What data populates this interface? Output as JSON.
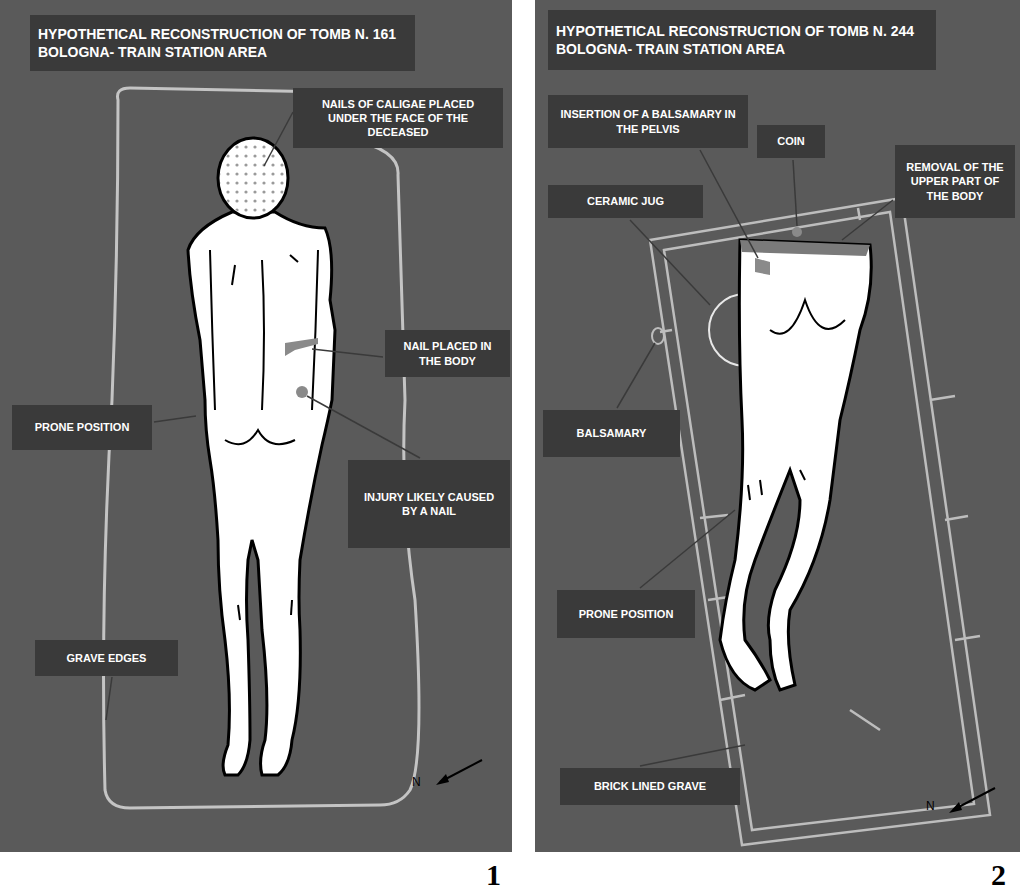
{
  "diagram": {
    "nodes": [
      {
        "text": [
          "HYPOTHETICAL RECONSTRUCTION OF TOMB N. 161 BOLOGNA- TRAIN STATION AREA"
        ]
      },
      {
        "text": [
          "NAILS OF CALIGAE PLACED UNDER THE FACE OF THE DECEASED"
        ]
      },
      {
        "text": [
          "NAIL PLACED IN THE BODY"
        ]
      },
      {
        "text": [
          "PRONE POSITION"
        ]
      },
      {
        "text": [
          "INJURY LIKELY CAUSED BY A NAIL"
        ]
      },
      {
        "text": [
          "GRAVE EDGES"
        ]
      },
      {
        "text": [
          "HYPOTHETICAL RECONSTRUCTION OF TOMB N. 244 BOLOGNA- TRAIN STATION AREA"
        ]
      },
      {
        "text": [
          "INSERTION OF A BALSAMARY IN THE PELVIS"
        ]
      },
      {
        "text": [
          "COIN"
        ]
      },
      {
        "text": [
          "REMOVAL OF THE UPPER PART OF THE BODY"
        ]
      },
      {
        "text": [
          "CERAMIC JUG"
        ]
      },
      {
        "text": [
          "BALSAMARY"
        ]
      },
      {
        "text": [
          "PRONE POSITION"
        ]
      },
      {
        "text": [
          "BRICK LINED GRAVE"
        ]
      }
    ],
    "labels": [
      "N",
      "N",
      "1",
      "2"
    ]
  }
}
